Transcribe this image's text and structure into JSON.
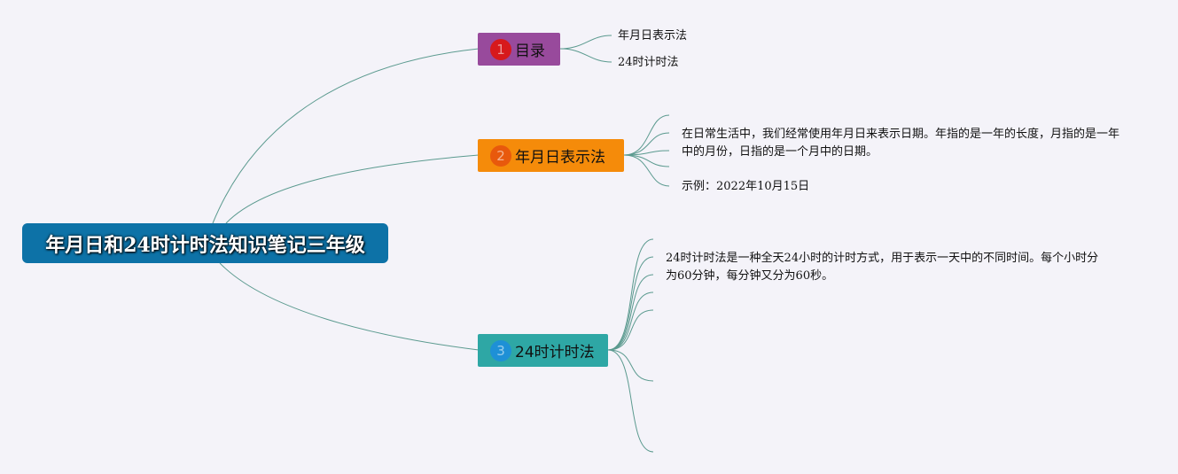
{
  "root": {
    "title": "年月日和24时计时法知识笔记三年级",
    "color": "#0d72a7"
  },
  "branches": [
    {
      "num": "1",
      "label": "目录",
      "color": "#984a9c",
      "badge_color": "#d7191c",
      "leaves": [
        "年月日表示法",
        "24时计时法"
      ]
    },
    {
      "num": "2",
      "label": "年月日表示法",
      "color": "#f58b0a",
      "badge_color": "#e8590c",
      "leaves": [
        "在日常生活中，我们经常使用年月日来表示日期。年指的是一年的长度，月指的是一年中的月份，日指的是一个月中的日期。",
        "示例：2022年10月15日"
      ]
    },
    {
      "num": "3",
      "label": "24时计时法",
      "color": "#2ea7a5",
      "badge_color": "#1e90d6",
      "leaves": [
        "24时计时法是一种全天24小时的计时方式，用于表示一天中的不同时间。每个小时分为60分钟，每分钟又分为60秒。"
      ]
    }
  ],
  "link_color": "#5b9a8f"
}
